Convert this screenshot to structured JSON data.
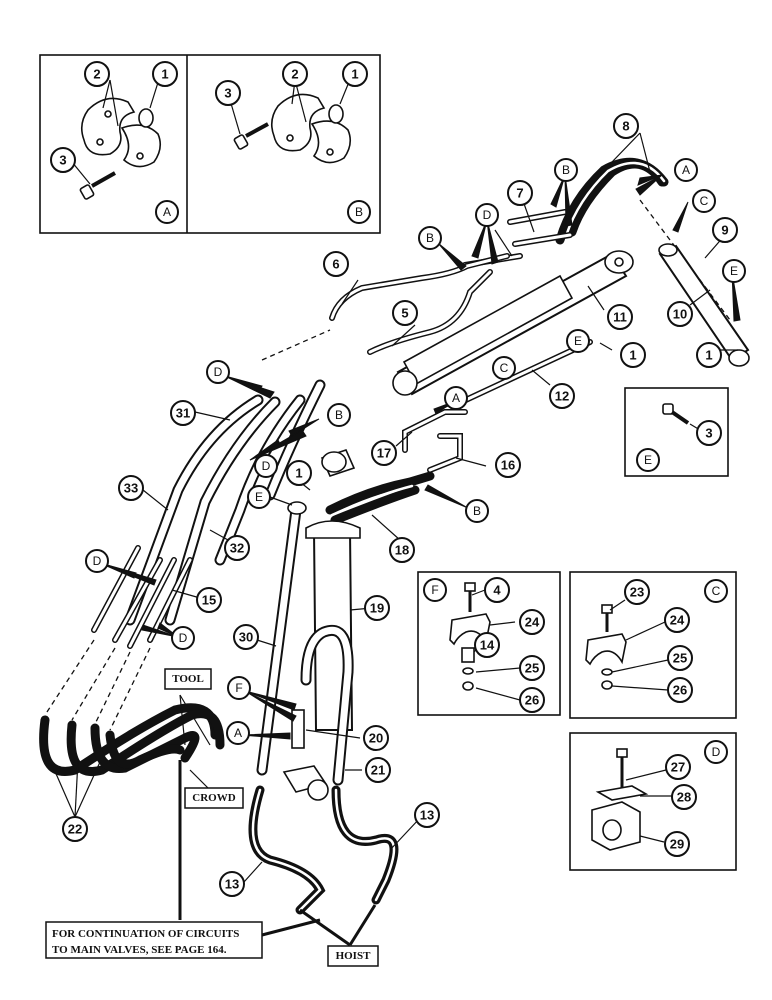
{
  "panels": {
    "A": {
      "letter": "A",
      "callouts": [
        "1",
        "2",
        "3"
      ]
    },
    "B": {
      "letter": "B",
      "callouts": [
        "1",
        "2",
        "3"
      ]
    },
    "E": {
      "letter": "E",
      "callouts": [
        "3"
      ]
    },
    "F": {
      "letter": "F",
      "callouts": [
        "4",
        "24",
        "14",
        "25",
        "26"
      ]
    },
    "C": {
      "letter": "C",
      "callouts": [
        "23",
        "24",
        "25",
        "26"
      ]
    },
    "D": {
      "letter": "D",
      "callouts": [
        "27",
        "28",
        "29"
      ]
    }
  },
  "main_callouts": {
    "n1a": "1",
    "n1b": "1",
    "n1c": "1",
    "n5": "5",
    "n6": "6",
    "n7": "7",
    "n8": "8",
    "n9": "9",
    "n10": "10",
    "n11": "11",
    "n12": "12",
    "n13a": "13",
    "n13b": "13",
    "n15": "15",
    "n16": "16",
    "n17": "17",
    "n18": "18",
    "n19": "19",
    "n20": "20",
    "n21": "21",
    "n22": "22",
    "n30": "30",
    "n31": "31",
    "n32": "32",
    "n33": "33"
  },
  "main_letters": {
    "la1": "A",
    "la2": "A",
    "la3": "A",
    "lb1": "B",
    "lb2": "B",
    "lb3": "B",
    "lb4": "B",
    "lc1": "C",
    "lc2": "C",
    "ld1": "D",
    "ld2": "D",
    "ld3": "D",
    "ld4": "D",
    "ld5": "D",
    "le1": "E",
    "le2": "E",
    "le3": "E",
    "lf1": "F"
  },
  "labels": {
    "tool": "TOOL",
    "crowd": "CROWD",
    "hoist": "HOIST",
    "note_line1": "FOR CONTINUATION OF CIRCUITS",
    "note_line2": "TO MAIN VALVES, SEE PAGE 164."
  },
  "icons": [
    "split-flange-icon",
    "o-ring-icon",
    "bolt-icon",
    "pipe-clamp-icon",
    "clamp-block-icon"
  ]
}
